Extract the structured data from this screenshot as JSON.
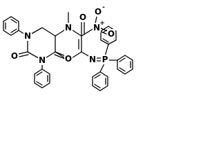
{
  "molecule": {
    "atoms": {
      "n_methyl": "N",
      "methyl": "",
      "o_upper": "O",
      "n_nitro": "N",
      "o_nitro_minus": "O",
      "o_nitro_dbl": "O",
      "nitro_plus": "+",
      "nitro_minus": "-",
      "n_imine": "N",
      "p_phos": "P",
      "n1": "N",
      "n3": "N",
      "o2": "O",
      "o4": "O"
    }
  }
}
